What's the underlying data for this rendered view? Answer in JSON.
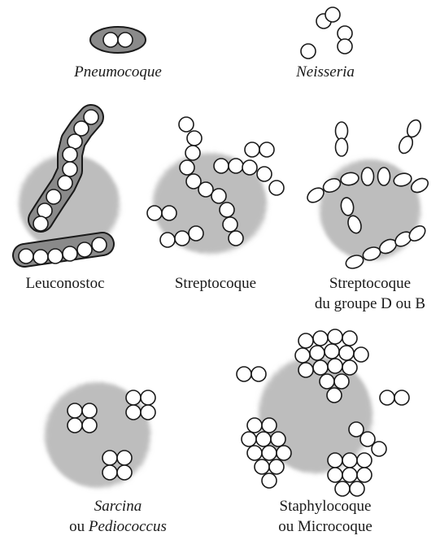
{
  "labels": {
    "pneumocoque": "Pneumocoque",
    "neisseria": "Neisseria",
    "leuconostoc": "Leuconostoc",
    "streptocoque": "Streptocoque",
    "strep_d_line1": "Streptocoque",
    "strep_d_line2": "du groupe D ou B",
    "sarcina_line1": "Sarcina",
    "sarcina_line2_prefix": "ou ",
    "sarcina_line2_name": "Pediococcus",
    "staph_line1": "Staphylocoque",
    "staph_line2": "ou Microcoque"
  },
  "colors": {
    "ink": "#1a1a1a",
    "cell_fill": "#ffffff",
    "shadow": "#bdbdbd",
    "capsule_fill": "#8a8a8a"
  }
}
